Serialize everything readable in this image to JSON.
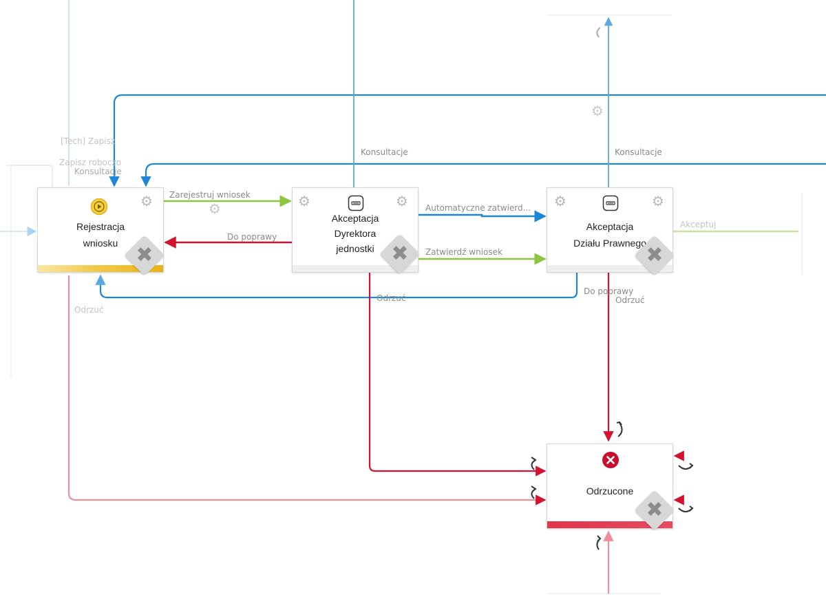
{
  "nodes": {
    "rejestracja": {
      "title_line1": "Rejestracja",
      "title_line2": "wniosku",
      "bar_color": "#f2c94c"
    },
    "dyrektor": {
      "title_line1": "Akceptacja",
      "title_line2": "Dyrektora",
      "title_line3": "jednostki"
    },
    "prawny": {
      "title_line1": "Akceptacja",
      "title_line2": "Działu Prawnego"
    },
    "odrzucone": {
      "title": "Odrzucone",
      "bar_color": "#e0354b"
    }
  },
  "transitions": {
    "zarejestruj": "Zarejestruj wniosek",
    "do_poprawy_1": "Do poprawy",
    "konsultacje_1": "Konsultacje",
    "konsultacje_2": "Konsultacje",
    "konsultacje_3": "Konsultacje",
    "automatyczne": "Automatyczne zatwierd...",
    "zatwierdz": "Zatwierdź wniosek",
    "akceptuj": "Akceptuj",
    "do_poprawy_2": "Do poprawy",
    "odrzuc_1": "Odrzuć",
    "odrzuc_2": "Odrzuć",
    "odrzuc_3": "Odrzuć",
    "tech_zapisz": "[Tech] Zapisz",
    "zapisz_roboczo": "Zapisz roboczo"
  },
  "colors": {
    "blue": "#1b87d6",
    "green": "#8cc63f",
    "red": "#d3132f",
    "yellow": "#f2c94c",
    "gear": "#b8b8b8"
  },
  "icons": {
    "start": "play-icon",
    "task": "task-card-icon",
    "end": "reject-x-icon",
    "settings": "gear-icon",
    "delete": "delete-x-icon",
    "loop": "loop-arrow-icon"
  }
}
